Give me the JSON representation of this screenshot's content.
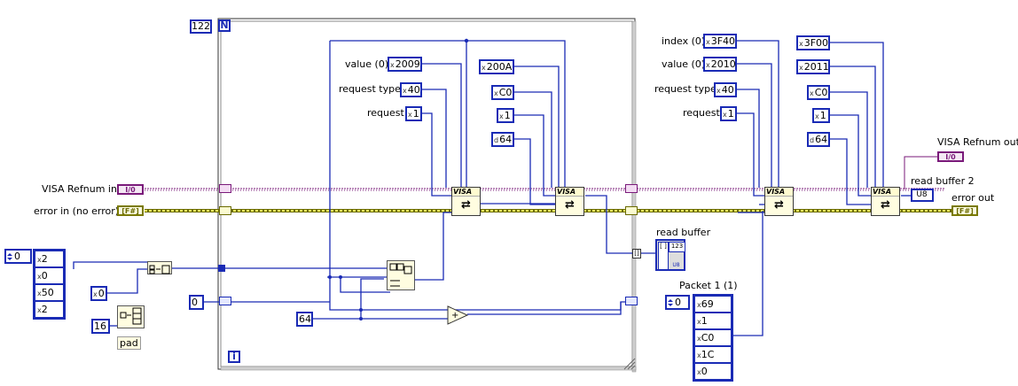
{
  "loop": {
    "count": "122",
    "n_label": "N",
    "i_label": "i"
  },
  "inputs": {
    "visa_refnum_in": "VISA Refnum in",
    "error_in": "error in (no error)",
    "visa_term_text": "I/0",
    "error_term_text": "[F#]"
  },
  "outputs": {
    "visa_refnum_out": "VISA Refnum out",
    "error_out": "error out",
    "read_buffer_2": "read buffer 2",
    "read_buffer": "read buffer",
    "u8_label": "U8",
    "read_buffer_type": "123"
  },
  "write_block_1": {
    "value_label": "value (0)",
    "value": "2009",
    "request_type_label": "request type",
    "request_type": "40",
    "request_label": "request",
    "request": "1"
  },
  "read_block_1": {
    "value": "200A",
    "request_type": "C0",
    "request": "1",
    "length": "64"
  },
  "write_block_2": {
    "index_label": "index (0)",
    "index": "3F40",
    "value_label": "value (0)",
    "value": "2010",
    "request_type_label": "request type",
    "request_type": "40",
    "request_label": "request",
    "request": "1"
  },
  "read_block_2": {
    "index": "3F00",
    "value": "2011",
    "request_type": "C0",
    "request": "1",
    "length": "64"
  },
  "left_array": {
    "index": "0",
    "values": [
      "2",
      "0",
      "50",
      "2"
    ]
  },
  "pad": {
    "element": "0",
    "count": "16",
    "label": "pad"
  },
  "shift_zero": "0",
  "constant_64": "64",
  "packet": {
    "label": "Packet 1 (1)",
    "index": "0",
    "values": [
      "69",
      "1",
      "C0",
      "1C",
      "0"
    ]
  },
  "visa_node_text": "VISA",
  "hex_prefix": "x",
  "dec_prefix": "d"
}
